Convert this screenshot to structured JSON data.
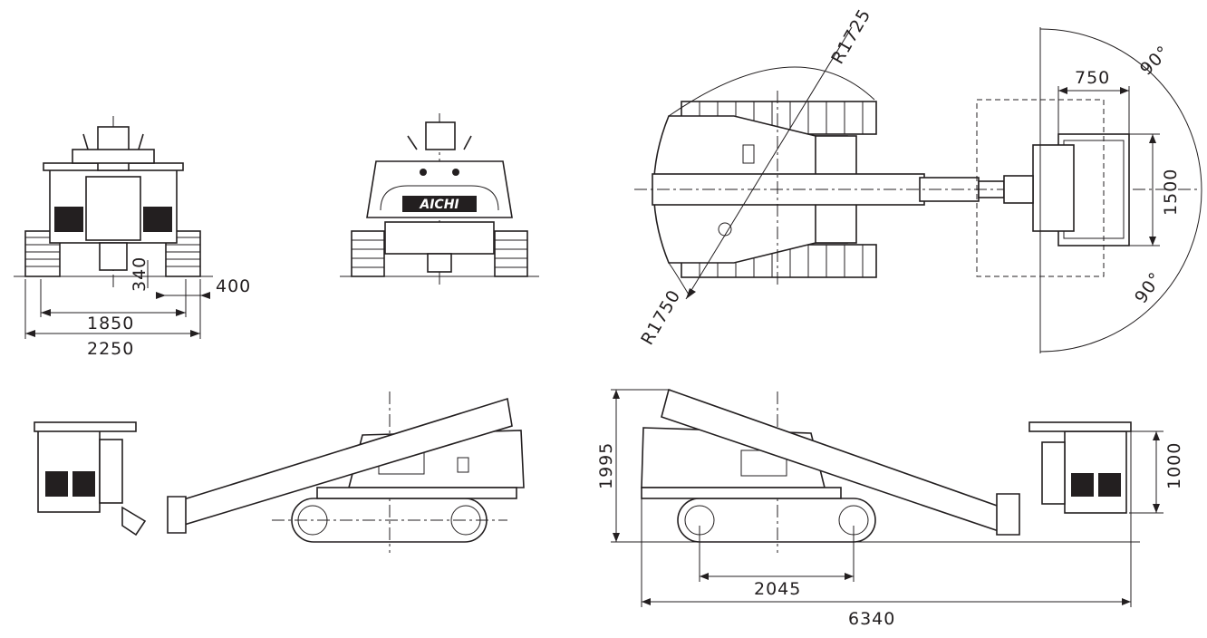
{
  "dimensions": {
    "ground_clearance": "340",
    "track_width": "400",
    "track_gauge": "1850",
    "overall_width": "2250",
    "tail_swing_radius": "R1725",
    "front_swing_radius": "R1750",
    "platform_depth": "750",
    "platform_width": "1500",
    "rotation_angle_top": "90°",
    "rotation_angle_bottom": "90°",
    "stowed_height": "1995",
    "platform_height": "1000",
    "track_length": "2045",
    "overall_length": "6340"
  },
  "logo_text": "AICHI",
  "colors": {
    "line": "#231f20",
    "background": "#ffffff"
  }
}
